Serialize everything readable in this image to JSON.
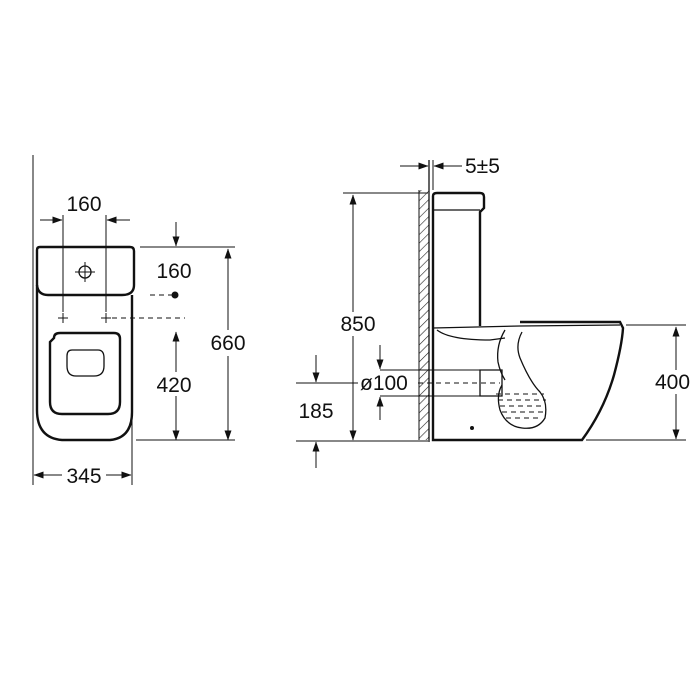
{
  "front_view": {
    "dim_inlet_spacing": "160",
    "dim_inlet_height": "160",
    "dim_total_height": "660",
    "dim_outlet_height": "420",
    "dim_width": "345"
  },
  "side_view": {
    "dim_wall_gap": "5±5",
    "dim_tank_height": "850",
    "dim_outlet_diameter": "ø100",
    "dim_outlet_center": "185",
    "dim_seat_height": "400"
  },
  "colors": {
    "line": "#111111",
    "background": "#ffffff"
  }
}
